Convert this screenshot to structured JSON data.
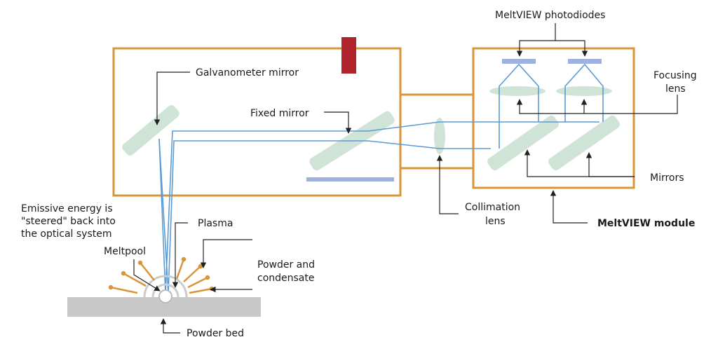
{
  "labels": {
    "meltview_photodiodes": "MeltVIEW photodiodes",
    "galvanometer_mirror": "Galvanometer mirror",
    "fixed_mirror": "Fixed mirror",
    "focusing_lens_1": "Focusing",
    "focusing_lens_2": "lens",
    "mirrors": "Mirrors",
    "collimation_lens_1": "Collimation",
    "collimation_lens_2": "lens",
    "meltview_module": "MeltVIEW module",
    "emissive_1": "Emissive energy is",
    "emissive_2": "\"steered\" back into",
    "emissive_3": "the optical system",
    "plasma": "Plasma",
    "meltpool": "Meltpool",
    "powder_condensate_1": "Powder and",
    "powder_condensate_2": "condensate",
    "powder_bed": "Powder bed"
  },
  "colors": {
    "housing": "#d9953a",
    "beam": "#5b9bd5",
    "mirror": "#cfe3d6",
    "detector": "#9fb1de",
    "marker": "#b0242e",
    "bed": "#c8c8c8",
    "particle": "#d9953a",
    "line": "#222222"
  }
}
